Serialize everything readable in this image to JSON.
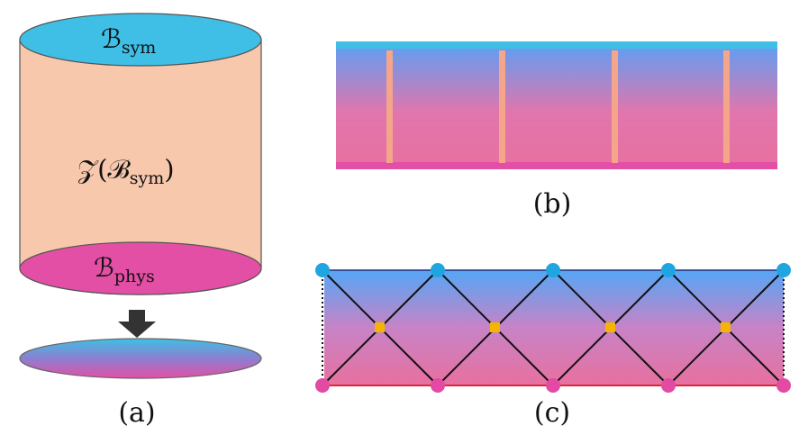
{
  "panel_a": {
    "top_label_main": "ℬ",
    "top_label_sub": "sym",
    "bulk_label_prefix": "𝒵(ℬ",
    "bulk_label_sub": "sym",
    "bulk_label_suffix": ")",
    "bottom_label_main": "ℬ",
    "bottom_label_sub": "phys",
    "caption": "(a)"
  },
  "panel_b": {
    "caption": "(b)"
  },
  "panel_c": {
    "caption": "(c)"
  },
  "colors": {
    "cyan": "#3fbfe6",
    "blue": "#5aa0f5",
    "magenta": "#e44fa6",
    "pink": "#e8709f",
    "peach": "#f7c8ac",
    "orange_strip": "#f4a58a",
    "yellow_node": "#f5b400",
    "red_line": "#e0243a",
    "arrow": "#333333"
  }
}
